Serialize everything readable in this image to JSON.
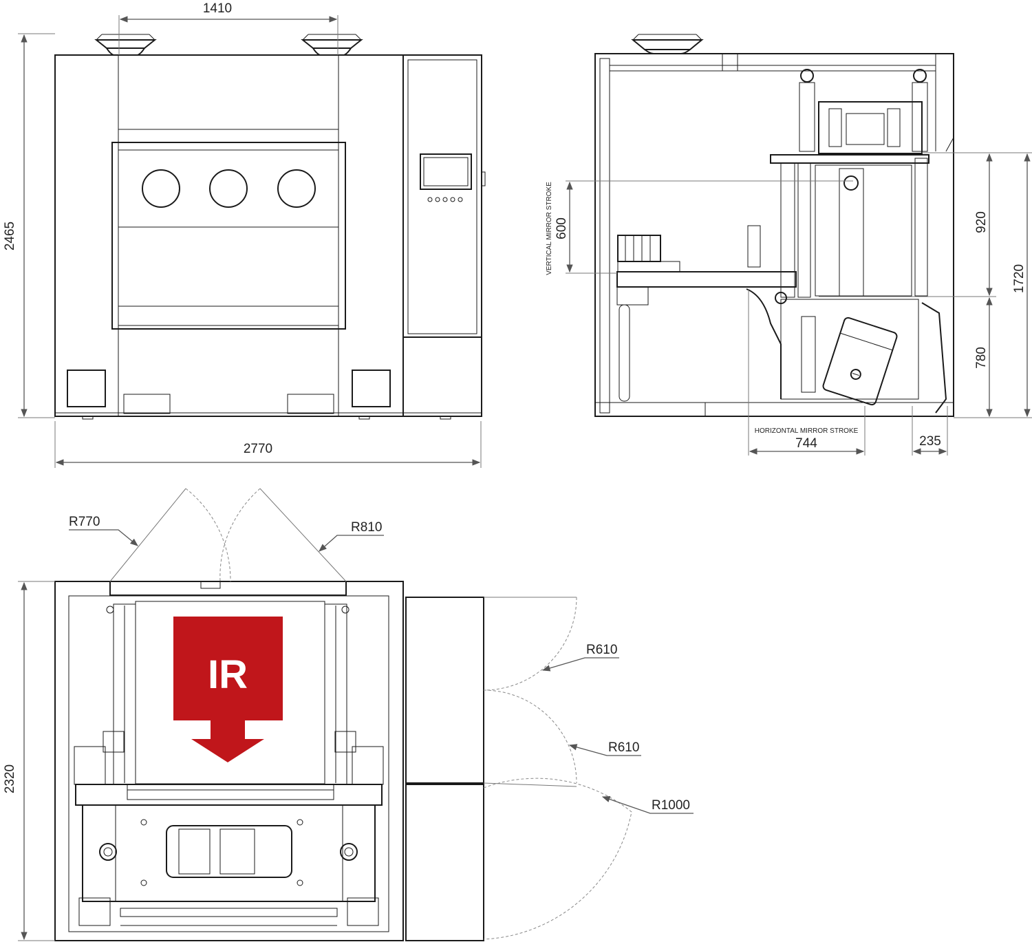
{
  "colors": {
    "line": "#1a1a1a",
    "dimension": "#555555",
    "accent": "#c0161b"
  },
  "front_view": {
    "dim_width_top": "1410",
    "dim_height": "2465",
    "dim_width_total": "2770",
    "control_buttons": 5
  },
  "side_view": {
    "vertical_stroke_label": "VERTICAL MIRROR STROKE",
    "vertical_stroke_value": "600",
    "dim_upper": "920",
    "dim_lower": "780",
    "dim_total": "1720",
    "horizontal_stroke_label": "HORIZONTAL MIRROR STROKE",
    "horizontal_stroke_value": "744",
    "dim_offset": "235"
  },
  "top_view": {
    "dim_depth": "2320",
    "radius_left_door": "R770",
    "radius_right_door": "R810",
    "radius_side_upper": "R610",
    "radius_side_lower": "R610",
    "radius_side_door": "R1000",
    "logo_text": "IR"
  }
}
